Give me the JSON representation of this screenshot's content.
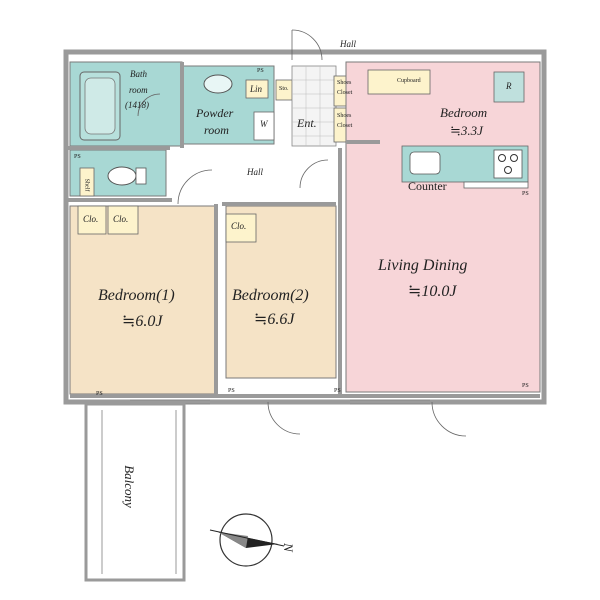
{
  "rooms": {
    "bathroom": {
      "label_line1": "Bath",
      "label_line2": "room",
      "label_line3": "(1418)"
    },
    "powder_room": {
      "label_line1": "Powder",
      "label_line2": "room",
      "w_label": "W",
      "lin_label": "Lin"
    },
    "storage": "Sto.",
    "entrance": "Ent.",
    "shoes_closet_1": {
      "line1": "Shoes",
      "line2": "Closet"
    },
    "shoes_closet_2": {
      "line1": "Shoes",
      "line2": "Closet"
    },
    "cupboard": "Cupboard",
    "bedroom_small": {
      "label": "Bedroom",
      "area": "≒3.3J",
      "r_label": "R"
    },
    "counter": "Counter",
    "living_dining": {
      "label": "Living Dining",
      "area": "≒10.0J"
    },
    "bedroom_1": {
      "label": "Bedroom(1)",
      "area": "≒6.0J"
    },
    "bedroom_2": {
      "label": "Bedroom(2)",
      "area": "≒6.6J"
    },
    "closet_1a": "Clo.",
    "closet_1b": "Clo.",
    "closet_2": "Clo.",
    "shelf": "Shelf",
    "balcony": "Balcony"
  },
  "corridors": {
    "hall_top": "Hall",
    "hall_mid": "Hall"
  },
  "ps_label": "PS",
  "compass": {
    "north": "N"
  },
  "colors": {
    "wet_area": "#a8d8d4",
    "bedroom": "#f5e3c6",
    "living": "#f7d5d8",
    "closet": "#fdf3cc",
    "wall": "#9a9a9a"
  }
}
